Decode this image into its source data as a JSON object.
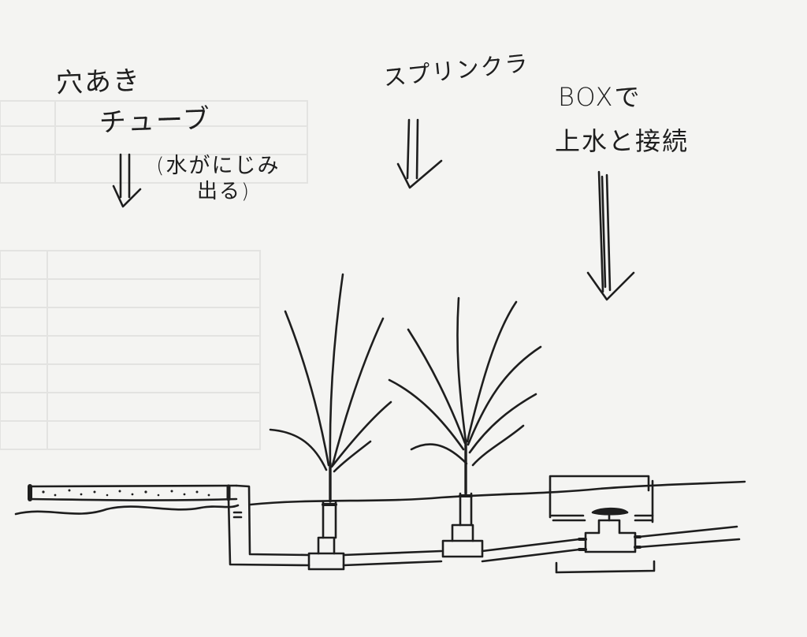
{
  "labels": {
    "perforated_tube_line1": "穴あき",
    "perforated_tube_line2": "チューブ",
    "perforated_tube_note_line1": "(水がにじみ",
    "perforated_tube_note_line2": "出る)",
    "sprinkler": "スプリンクラ",
    "box_line1": "BOXで",
    "box_line2": "上水と接続"
  },
  "colors": {
    "ink": "#1e1e1e",
    "paper": "#f4f4f2",
    "bleed_through": "#e3e3e1"
  }
}
